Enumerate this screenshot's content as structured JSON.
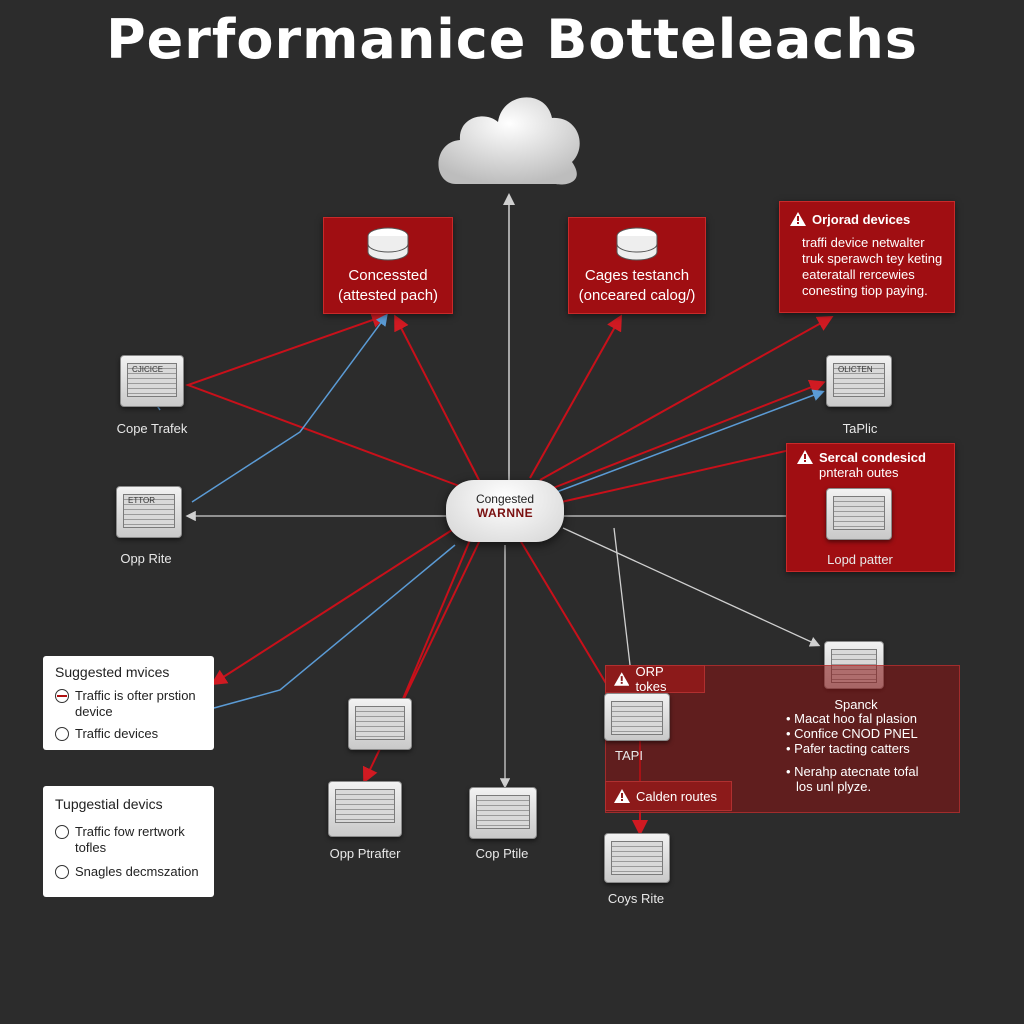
{
  "title": "Performanice Botteleachs",
  "central": {
    "line1": "Congested",
    "line2": "WARNNE"
  },
  "red_nodes": [
    {
      "line1": "Concessted",
      "line2": "(attested pach)"
    },
    {
      "line1": "Cages testanch",
      "line2": "(onceared calog/)"
    }
  ],
  "alert_top": {
    "heading": "Orjorad devices",
    "lines": [
      "traffi device netwalter",
      "truk sperawch tey keting",
      "eateratall rercewies",
      "conesting tiop paying."
    ]
  },
  "alert_mid": {
    "heading_line1": "Sercal condesicd",
    "heading_line2": "pnterah outes",
    "device_label": "Lopd patter"
  },
  "devices": [
    {
      "screen": "CJICICE",
      "label": "Cope Trafek"
    },
    {
      "screen": "ETTOR",
      "label": "Opp Rite"
    },
    {
      "screen": "OLICTEN",
      "label": "TaPlic"
    },
    {
      "screen": "",
      "label": ""
    },
    {
      "screen": "",
      "label": "Opp Ptrafter"
    },
    {
      "screen": "",
      "label": "Cop Ptile"
    },
    {
      "screen": "",
      "label": "TAPI"
    },
    {
      "screen": "",
      "label": "Coys Rite"
    },
    {
      "screen": "",
      "label": "Spanck"
    }
  ],
  "panel1": {
    "heading": "Suggested mvices",
    "options": [
      "Traffic is ofter prstion device",
      "Traffic devices"
    ]
  },
  "panel2": {
    "heading": "Tupgestial devics",
    "options": [
      "Traffic fow rertwork tofles",
      "Snagles decmszation"
    ]
  },
  "tags": {
    "orp": "ORP tokes",
    "callden": "Calden routes"
  },
  "bottom_right_list": [
    "Macat hoo fal plasion",
    "Confice CNOD PNEL",
    "Pafer tacting catters",
    "Nerahp atecnate tofal",
    "los unl plyze."
  ],
  "colors": {
    "background": "#2c2c2c",
    "alert_red": "#a00e12",
    "link_red": "#c8101a",
    "link_blue": "#5b9bd5",
    "link_white": "#d0d0d0"
  }
}
